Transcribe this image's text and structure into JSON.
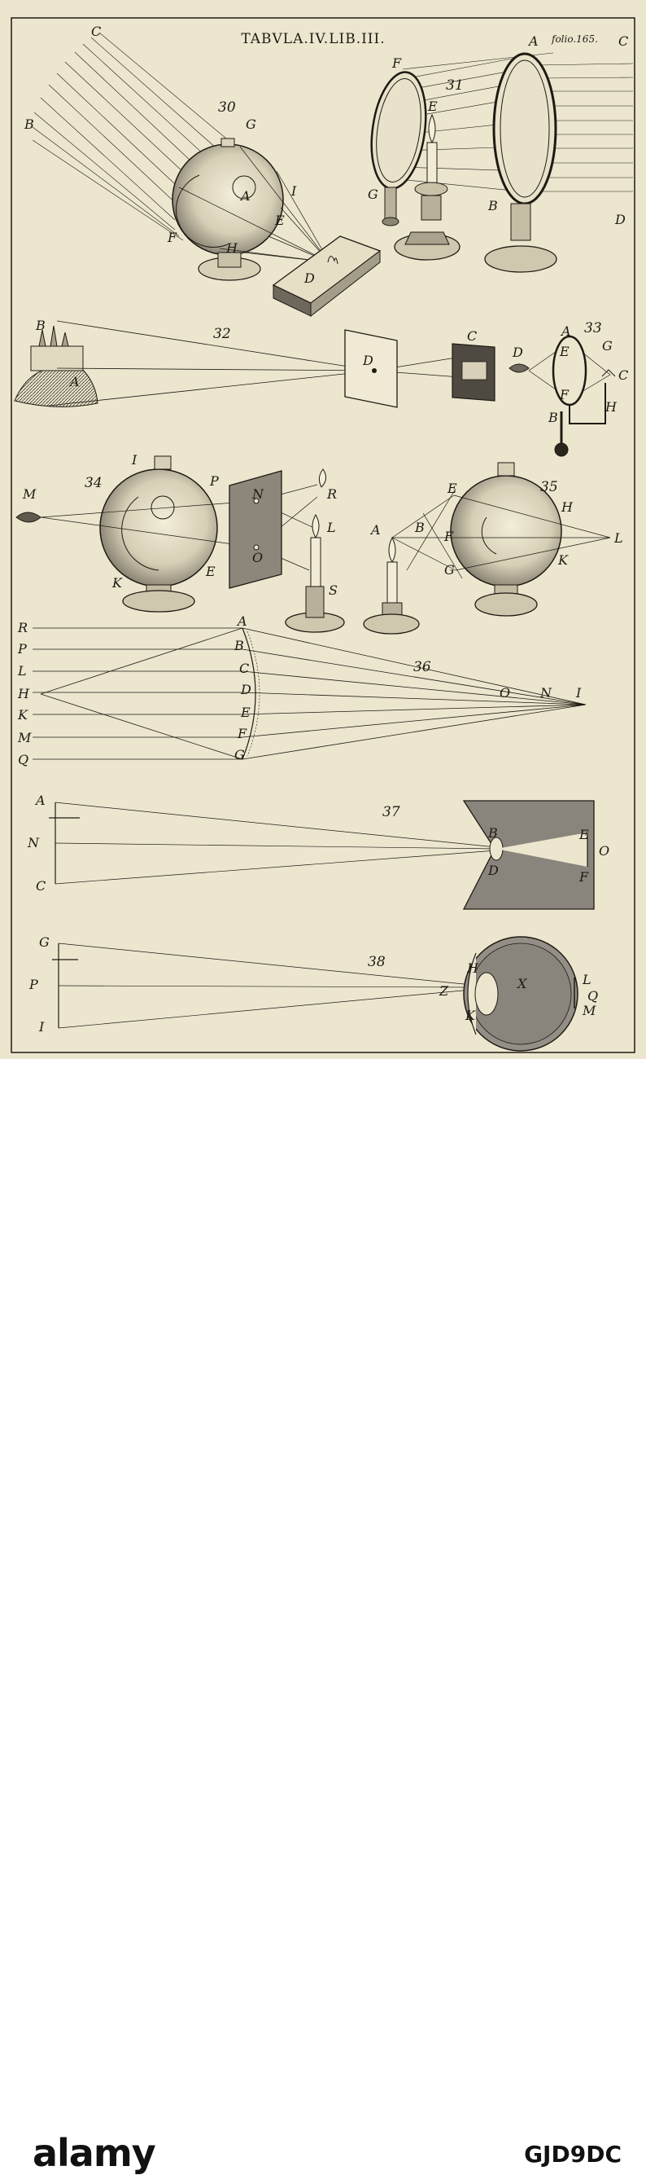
{
  "plate": {
    "title": "TABVLA.IV.LIB.III.",
    "folio": "folio.165.",
    "colors": {
      "paper": "#ece6cf",
      "ink": "#1e1a12",
      "shade": "#8f8a82"
    }
  },
  "figures": [
    {
      "number": "30",
      "labels": [
        "C",
        "B",
        "G",
        "A",
        "I",
        "E",
        "F",
        "H",
        "D"
      ]
    },
    {
      "number": "31",
      "labels": [
        "F",
        "A",
        "C",
        "E",
        "G",
        "B",
        "D"
      ]
    },
    {
      "number": "32",
      "labels": [
        "B",
        "A",
        "D",
        "C"
      ]
    },
    {
      "number": "33",
      "labels": [
        "A",
        "D",
        "E",
        "G",
        "C",
        "F",
        "H",
        "B"
      ]
    },
    {
      "number": "34",
      "labels": [
        "I",
        "M",
        "P",
        "N",
        "R",
        "L",
        "O",
        "E",
        "K",
        "S"
      ]
    },
    {
      "number": "35",
      "labels": [
        "E",
        "H",
        "B",
        "F",
        "L",
        "A",
        "G",
        "K"
      ]
    },
    {
      "number": "36",
      "labels": [
        "R",
        "P",
        "L",
        "H",
        "K",
        "M",
        "Q",
        "A",
        "B",
        "C",
        "D",
        "E",
        "F",
        "G",
        "O",
        "N",
        "I"
      ]
    },
    {
      "number": "37",
      "labels": [
        "A",
        "N",
        "C",
        "B",
        "D",
        "E",
        "O",
        "F"
      ]
    },
    {
      "number": "38",
      "labels": [
        "G",
        "P",
        "I",
        "H",
        "Z",
        "X",
        "L",
        "Q",
        "K",
        "M"
      ]
    }
  ],
  "footer": {
    "brand": "alamy",
    "image_code": "GJD9DC"
  }
}
